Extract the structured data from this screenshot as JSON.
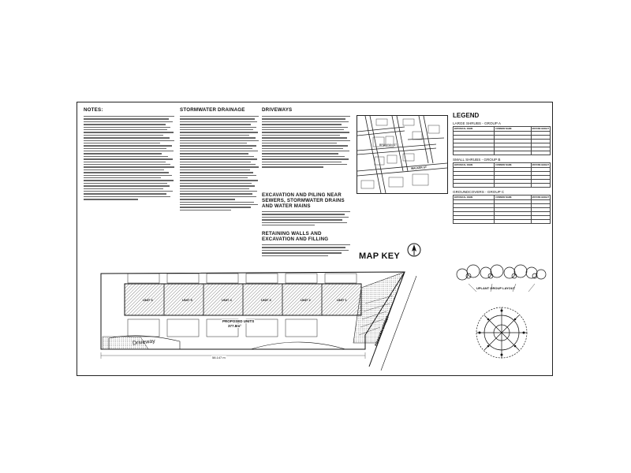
{
  "notes": {
    "heading": "NOTES:"
  },
  "stormwater": {
    "heading": "STORMWATER DRAINAGE"
  },
  "driveways": {
    "heading": "DRIVEWAYS"
  },
  "excavation": {
    "heading": "EXCAVATION AND PILING NEAR SEWERS, STORMWATER DRAINS AND WATER MAINS"
  },
  "retaining": {
    "heading": "RETAINING WALLS AND EXCAVATION AND FILLING"
  },
  "map": {
    "label": "MAP KEY",
    "street_label": "WALKER ST"
  },
  "legend": {
    "title": "LEGEND",
    "groups": [
      {
        "name": "LARGE SHRUBS - GROUP A",
        "headers": [
          "BOTANICAL NAME",
          "COMMON NAME",
          "MATURE HEIGHT"
        ],
        "rows": 6
      },
      {
        "name": "SMALL SHRUBS - GROUP B",
        "headers": [
          "BOTANICAL NAME",
          "COMMON NAME",
          "MATURE HEIGHT"
        ],
        "rows": 5
      },
      {
        "name": "GROUNDCOVERS - GROUP C",
        "headers": [
          "BOTANICAL NAME",
          "COMMON NAME",
          "MATURE HEIGHT"
        ],
        "rows": 6
      }
    ]
  },
  "site_plan": {
    "driveway_label": "Driveway",
    "proposed_units": "PROPOSED UNITS",
    "area": "377.8m²",
    "units": [
      "UNIT 6",
      "UNIT 5",
      "UNIT 4",
      "UNIT 3",
      "UNIT 2",
      "UNIT 1"
    ],
    "boundary_length": "58.147 m",
    "street_label": "BRANYAN STREET"
  },
  "uplant": {
    "group_label": "UPLANT GROUP LAYOUT"
  }
}
